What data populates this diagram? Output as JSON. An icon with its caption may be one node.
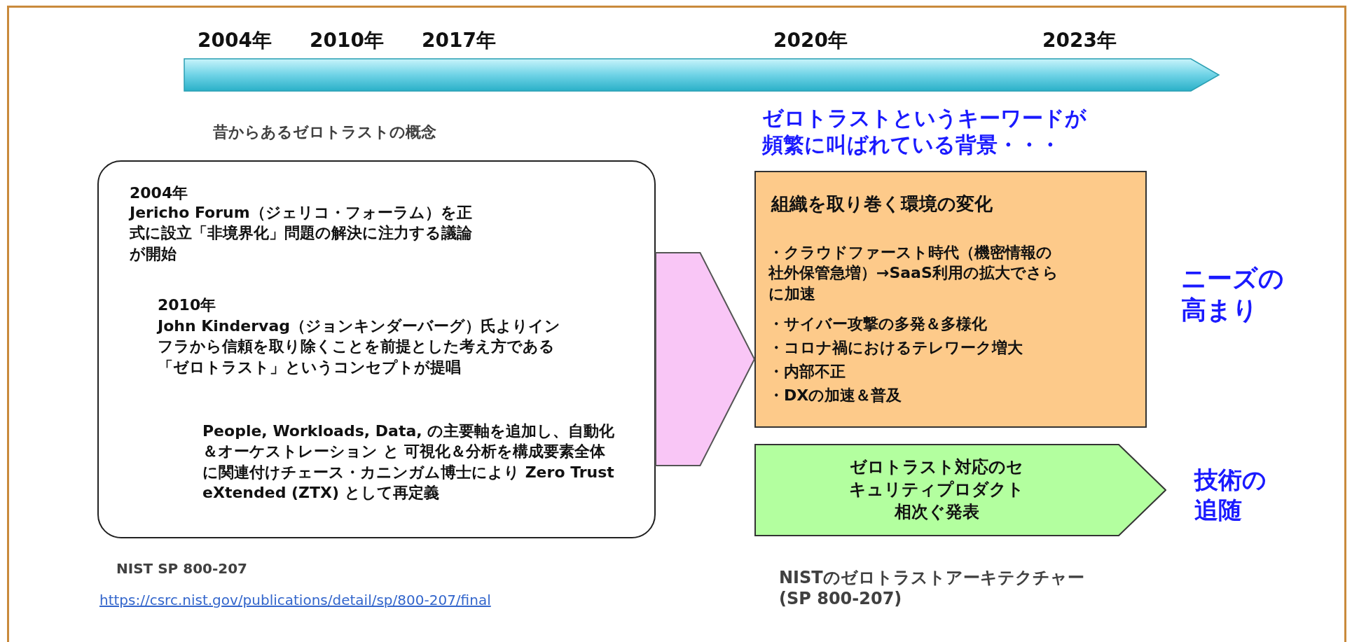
{
  "diagram": {
    "nodes": [
      {
        "text": [
          "2004年",
          "Jericho Forum（ジェリコ・フォーラム）を正式に設立「非境界化」問題の解決に注力する議論が開始",
          "2010年",
          "John Kindervag（ジョンキンダーバーグ）氏よりインフラから信頼を取り除くことを前提とした考え方である「ゼロトラスト」というコンセプトが提唱",
          "People, Workloads, Data, の主要軸を追加し、自動化＆オーケストレーション と 可視化＆分析を構成要素全体に関連付けチェース・カニンガム博士により Zero Trust eXtended (ZTX) として再定義"
        ]
      },
      {
        "text": [
          "組織を取り巻く環境の変化",
          "・クラウドファースト時代（機密情報の社外保管急増）→SaaS利用の拡大でさらに加速",
          "・サイバー攻撃の多発＆多様化",
          "・コロナ禍におけるテレワーク増大",
          "・内部不正",
          "・DXの加速＆普及"
        ]
      },
      {
        "text": [
          "ゼロトラスト対応のセキュリティプロダクト相次ぐ発表"
        ]
      }
    ],
    "edges": [
      {
        "from": 0,
        "to": 1,
        "arrow": "to"
      }
    ],
    "labels": [
      "2004年",
      "2010年",
      "2017年",
      "2020年",
      "2023年",
      "昔からあるゼロトラストの概念",
      "ゼロトラストというキーワードが頻繁に叫ばれている背景・・・",
      "ニーズの高まり",
      "技術の追随",
      "NIST SP 800-207",
      "https://csrc.nist.gov/publications/detail/sp/800-207/final",
      "NISTのゼロトラストアーキテクチャー (SP 800-207)"
    ]
  }
}
